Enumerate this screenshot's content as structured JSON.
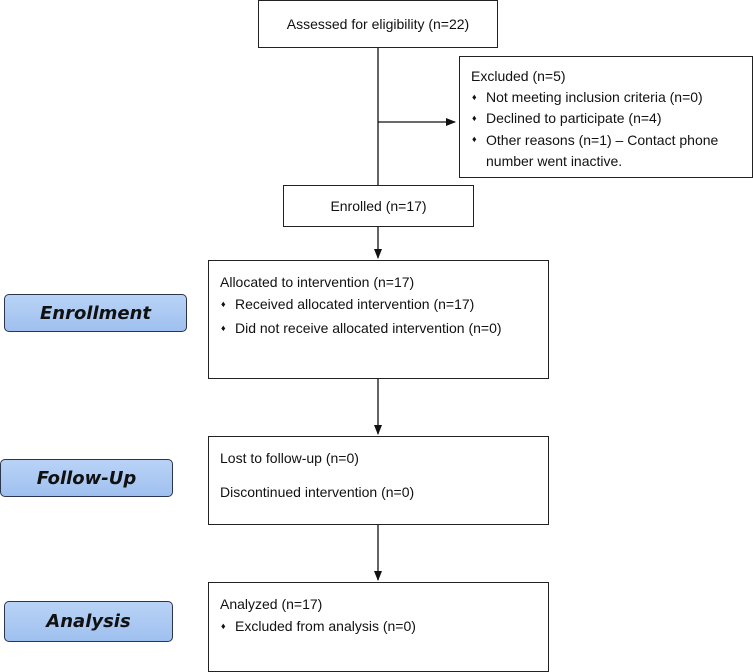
{
  "assessed": "Assessed for eligibility (n=22)",
  "excluded": {
    "title": "Excluded (n=5)",
    "bullet": "♦",
    "items": [
      "Not meeting inclusion criteria (n=0)",
      "Declined to participate (n=4)",
      "Other reasons (n=1) – Contact phone number went inactive."
    ]
  },
  "enrolled": "Enrolled (n=17)",
  "allocated": {
    "title": "Allocated to intervention (n=17)",
    "items": [
      "Received allocated intervention (n=17)",
      "Did not receive allocated intervention (n=0)"
    ]
  },
  "followup": {
    "lines": [
      "Lost to follow-up (n=0)",
      "Discontinued intervention (n=0)"
    ]
  },
  "analysis": {
    "title": "Analyzed (n=17)",
    "items": [
      "Excluded from analysis (n=0)"
    ]
  },
  "stages": [
    "Enrollment",
    "Follow-Up",
    "Analysis"
  ],
  "colors": {
    "stage_fill": "#a9c8f2",
    "line": "#111111"
  }
}
